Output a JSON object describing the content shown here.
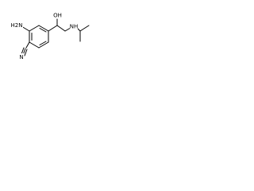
{
  "structure": {
    "labels": {
      "hydroxyl": "OH",
      "amine_nh": "NH",
      "amino_h2n": "H2N",
      "nitrile_n": "N"
    },
    "colors": {
      "bond": "#000000",
      "background": "#ffffff"
    }
  }
}
